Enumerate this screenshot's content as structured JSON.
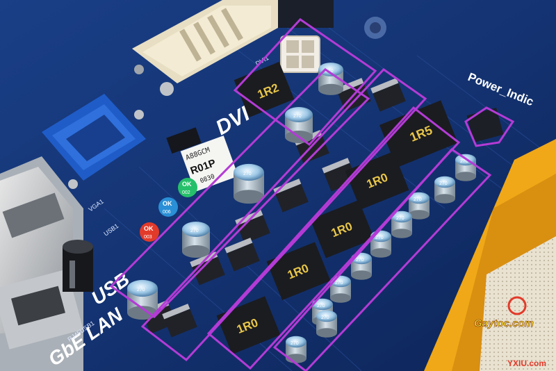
{
  "board": {
    "silkscreen_dvi": "DVI",
    "silkscreen_power": "Power_Indic",
    "silkscreen_usb": "USB",
    "silkscreen_gbe": "GbE LAN",
    "silkscreen_usb_label": "USB1",
    "silkscreen_vga": "VGA1",
    "silkscreen_dvi_small": "DVI1",
    "silkscreen_rj45": "RJ45USB1",
    "model_label": "A88GCM",
    "rev_label": "R01P",
    "date_label": "0830"
  },
  "stickers": [
    {
      "text": "OK",
      "sub": "002",
      "color": "#26c06a"
    },
    {
      "text": "OK",
      "sub": "006",
      "color": "#2a8fd6"
    },
    {
      "text": "OK",
      "sub": "003",
      "color": "#e23a2a"
    }
  ],
  "chokes": [
    {
      "marking": "1R2"
    },
    {
      "marking": "1R5"
    },
    {
      "marking": "1R0"
    },
    {
      "marking": "1R0"
    },
    {
      "marking": "1R0"
    },
    {
      "marking": "1R0"
    }
  ],
  "capacitor_marking": "270",
  "watermark": {
    "site": "Gaytoc.com",
    "corner": "YXIU.com"
  },
  "colors": {
    "pcb": "#12306e",
    "highlight": "#b43bd6",
    "socket": "#f0a818",
    "vga": "#1f5cc8"
  }
}
